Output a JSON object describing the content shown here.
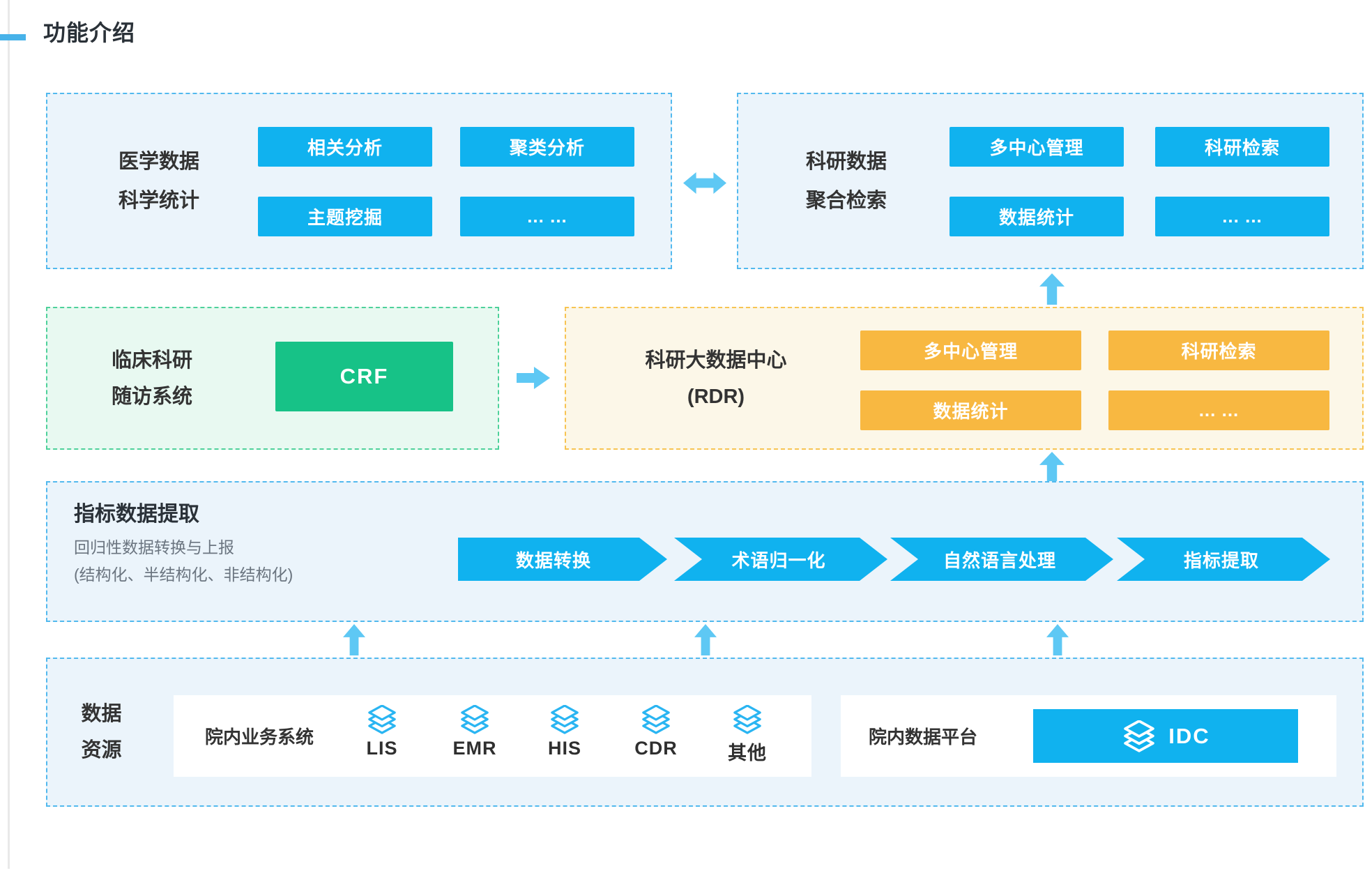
{
  "page": {
    "title": "功能介绍"
  },
  "colors": {
    "btn-blue": "#10b2ef",
    "arrow-blue": "#5ec8f4",
    "border-blue": "#52b9ee",
    "bg-blue": "#ebf4fb",
    "btn-green": "#17c287",
    "border-green": "#4ed19a",
    "bg-green": "#e8f9f1",
    "btn-orange": "#f8b841",
    "border-orange": "#f7c452",
    "bg-cream": "#fcf7e8",
    "ink": "#333333",
    "title-ink": "#2a3138",
    "sub-ink": "#6b7580",
    "icon-blue": "#2ab5f2",
    "line-gray": "#e9e9e9",
    "accent-dash": "#47b2e9"
  },
  "medical": {
    "label_lines": [
      "医学数据",
      "科学统计"
    ],
    "buttons": [
      "相关分析",
      "聚类分析",
      "主题挖掘",
      "... ..."
    ]
  },
  "aggregation": {
    "label_lines": [
      "科研数据",
      "聚合检索"
    ],
    "buttons": [
      "多中心管理",
      "科研检索",
      "数据统计",
      "... ..."
    ]
  },
  "crf": {
    "label_lines": [
      "临床科研",
      "随访系统"
    ],
    "button": "CRF"
  },
  "rdr": {
    "label_lines": [
      "科研大数据中心",
      "(RDR)"
    ],
    "buttons": [
      "多中心管理",
      "科研检索",
      "数据统计",
      "... ..."
    ]
  },
  "extraction": {
    "title": "指标数据提取",
    "subtitle_lines": [
      "回归性数据转换与上报",
      "(结构化、半结构化、非结构化)"
    ],
    "steps": [
      "数据转换",
      "术语归一化",
      "自然语言处理",
      "指标提取"
    ]
  },
  "resources": {
    "label_lines": [
      "数据",
      "资源"
    ],
    "business_panel": {
      "label": "院内业务系统",
      "systems": [
        "LIS",
        "EMR",
        "HIS",
        "CDR",
        "其他"
      ]
    },
    "platform_panel": {
      "label": "院内数据平台",
      "button": "IDC"
    }
  }
}
